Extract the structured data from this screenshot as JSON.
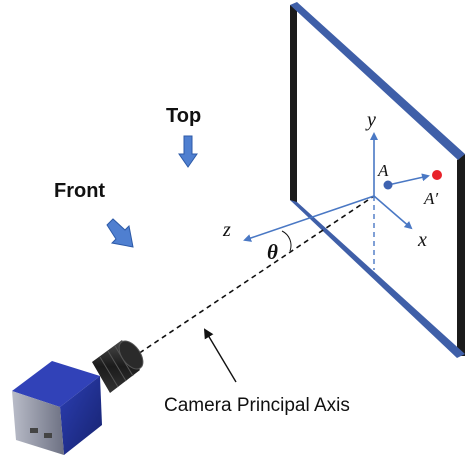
{
  "labels": {
    "top": "Top",
    "front": "Front",
    "y": "y",
    "x": "x",
    "z": "z",
    "theta": "θ",
    "a": "A",
    "a_prime": "A′",
    "principal_axis": "Camera Principal Axis"
  },
  "colors": {
    "frame_blue": "#3f5fa8",
    "frame_dark": "#1b1b1b",
    "axis_blue": "#4a78c4",
    "arrow_blue": "#4f7fd0",
    "point_blue": "#3e62b0",
    "point_red": "#e8222a",
    "camera_body": "#1f2f95",
    "camera_lens": "#202020"
  },
  "icons": {
    "top_arrow": "down-arrow-icon",
    "front_arrow": "diagonal-arrow-icon"
  }
}
